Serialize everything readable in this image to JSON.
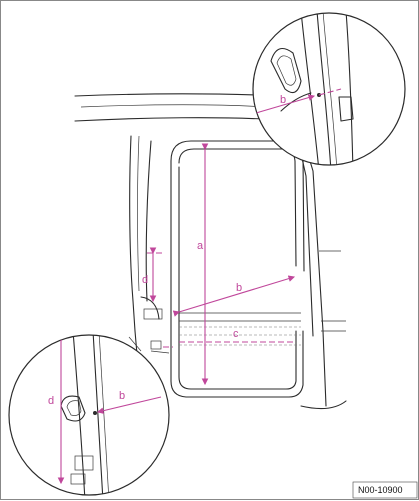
{
  "labels": {
    "a": "a",
    "b_main": "b",
    "b_top": "b",
    "b_bottom": "b",
    "c": "c",
    "d_main": "d",
    "d_bottom": "d"
  },
  "reference": "N00-10900",
  "colors": {
    "dimension": "#c0479b",
    "line": "#2b2b2b"
  }
}
